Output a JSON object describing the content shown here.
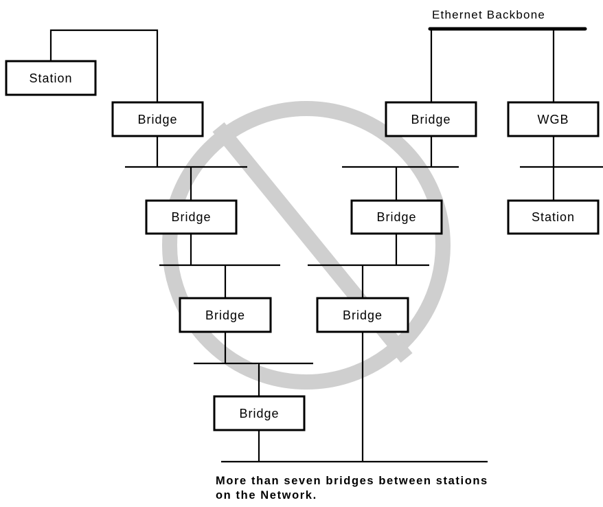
{
  "backbone_label": "Ethernet Backbone",
  "caption": {
    "line1": "More than seven bridges between stations",
    "line2": "on the Network."
  },
  "nodes": {
    "station_top_left": "Station",
    "bridge_1": "Bridge",
    "bridge_2": "Bridge",
    "bridge_3": "Bridge",
    "bridge_4": "Bridge",
    "bridge_backbone": "Bridge",
    "bridge_6": "Bridge",
    "bridge_7": "Bridge",
    "wgb": "WGB",
    "station_right": "Station"
  },
  "colors": {
    "prohibition_sign": "#cfcfcf",
    "lines": "#000000"
  }
}
